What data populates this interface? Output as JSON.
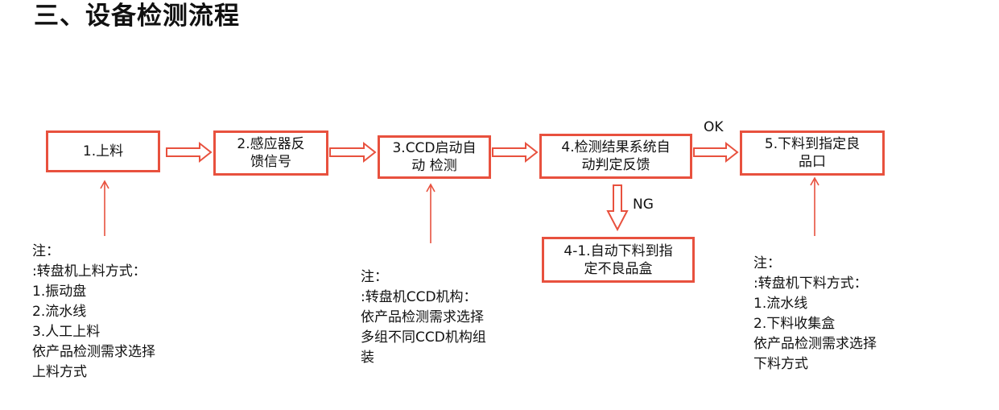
{
  "title": "三、设备检测流程",
  "boxes": {
    "b1": {
      "lines": [
        "1.上料"
      ]
    },
    "b2": {
      "lines": [
        "2.感应器反",
        "馈信号"
      ]
    },
    "b3": {
      "lines": [
        "3.CCD启动自",
        "动 检测"
      ]
    },
    "b4": {
      "lines": [
        "4.检测结果系统自",
        "动判定反馈"
      ]
    },
    "b5": {
      "lines": [
        "5.下料到指定良",
        "品口"
      ]
    },
    "b41": {
      "lines": [
        "4-1.自动下料到指",
        "定不良品盒"
      ]
    }
  },
  "edge_labels": {
    "ok": "OK",
    "ng": "NG"
  },
  "notes": {
    "n1": [
      "注：",
      ":转盘机上料方式：",
      "1.振动盘",
      "2.流水线",
      "3.人工上料",
      "依产品检测需求选择",
      "上料方式"
    ],
    "n2": [
      "注：",
      ":转盘机CCD机构：",
      "依产品检测需求选择",
      "多组不同CCD机构组",
      "装"
    ],
    "n3": [
      "注：",
      ":转盘机下料方式：",
      "1.流水线",
      "2.下料收集盒",
      "依产品检测需求选择",
      "下料方式"
    ]
  },
  "colors": {
    "accent": "#e8513e"
  }
}
